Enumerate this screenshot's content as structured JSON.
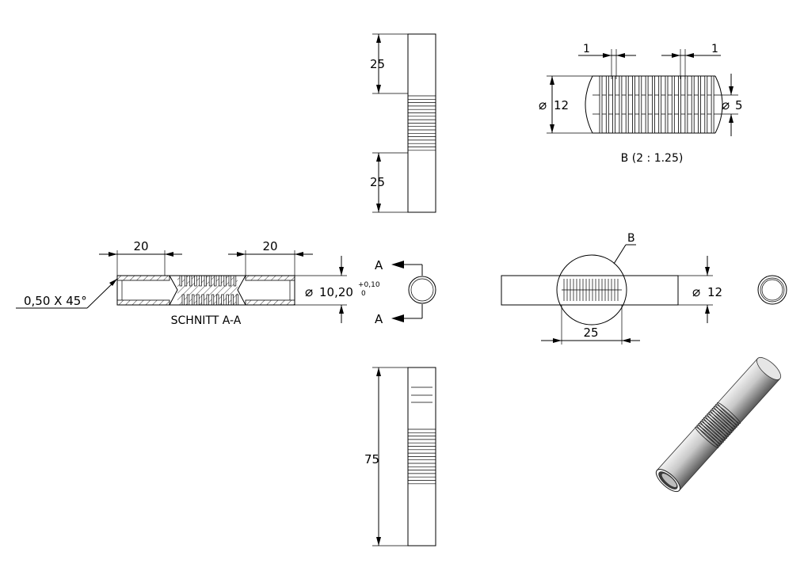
{
  "drawing": {
    "colors": {
      "line": "#000000",
      "background": "#ffffff",
      "part_fill": "#ffffff",
      "shade_light": "#f2f2f2",
      "shade_dark": "#5a5a5a"
    },
    "top_view": {
      "dim_top": "25",
      "dim_bottom": "25"
    },
    "section_view": {
      "dim_left": "20",
      "dim_right": "20",
      "chamfer": "0,50 X 45°",
      "diameter": "10,20",
      "tol_upper": "+0,10",
      "tol_lower": "0",
      "title": "SCHNITT A-A"
    },
    "section_marks": {
      "top": "A",
      "bottom": "A"
    },
    "detail_view": {
      "pitch_left": "1",
      "pitch_right": "1",
      "dia_outer": "12",
      "dia_inner": "5",
      "title": "B (2 : 1.25)"
    },
    "front_view": {
      "callout": "B",
      "dia": "12",
      "dim_length": "25"
    },
    "bottom_view": {
      "dim_length": "75"
    },
    "icons": {
      "diameter": "⌀"
    }
  }
}
